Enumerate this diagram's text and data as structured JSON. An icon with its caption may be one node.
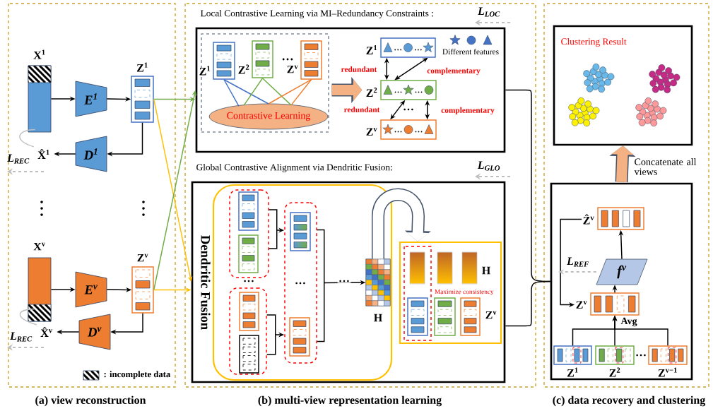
{
  "diagram": {
    "nodes": [
      {
        "text": [
          "X$^{1}$"
        ]
      },
      {
        "text": [
          "E$^{1}$"
        ]
      },
      {
        "text": [
          "Z$^{1}$"
        ]
      },
      {
        "text": [
          "D$^{1}$"
        ]
      },
      {
        "text": [
          "X̂$^{1}$"
        ],
        "beside": [
          "L$_{REC}$"
        ]
      },
      {
        "text": [
          "X$^{v}$"
        ]
      },
      {
        "text": [
          "E$^{v}$"
        ]
      },
      {
        "text": [
          "Z$^{v}$"
        ]
      },
      {
        "text": [
          "D$^{v}$"
        ]
      },
      {
        "text": [
          "X̂$^{v}$"
        ],
        "beside": [
          "L$_{REC}$"
        ]
      },
      {
        "text": [
          "Local Contrastive Learning via MI–Redundancy Constraints :"
        ],
        "beside": [
          "L$_{LOC}$"
        ]
      },
      {
        "text": [],
        "shape": "box",
        "in": 10
      },
      {
        "text": [
          "Z$^{1}$"
        ],
        "in": 11
      },
      {
        "text": [
          "Z$^{2}$"
        ],
        "in": 11
      },
      {
        "text": [
          "Z$^{v}$"
        ],
        "in": 11
      },
      {
        "text": [
          "Contrastive Learning"
        ],
        "in": 11
      },
      {
        "text": [
          "Z$^{1}$"
        ],
        "in": 10
      },
      {
        "text": [
          "Z$^{2}$"
        ],
        "in": 10
      },
      {
        "text": [
          "Z$^{v}$"
        ],
        "in": 10
      },
      {
        "text": [
          "Global Contrastive Alignment via Dendritic Fusion:"
        ],
        "beside": [
          "L$_{GLO}$"
        ]
      },
      {
        "text": [
          "Dendritic Fusion"
        ],
        "in": 19
      },
      {
        "text": [],
        "shape": "box",
        "in": 20
      },
      {
        "text": [],
        "shape": "box",
        "in": 20
      },
      {
        "text": [],
        "shape": "box",
        "in": 20
      },
      {
        "text": [
          "H"
        ],
        "in": 20
      },
      {
        "text": [
          "H",
          "Maximize consistency",
          "Z$^{v}$"
        ],
        "in": 19
      },
      {
        "text": [
          "Clustering Result"
        ]
      },
      {
        "text": [],
        "shape": "box"
      },
      {
        "text": [
          "Ẑ$^{v}$"
        ],
        "in": 27
      },
      {
        "text": [
          "f$^{v}$"
        ],
        "in": 27
      },
      {
        "text": [
          "Z$^{v}$"
        ],
        "in": 27
      },
      {
        "text": [
          "Z$^{1}$"
        ],
        "in": 27
      },
      {
        "text": [
          "Z$^{2}$"
        ],
        "in": 27
      },
      {
        "text": [
          "Z$^{v−1}$"
        ],
        "in": 27
      }
    ],
    "edges": [
      {
        "from": 0,
        "to": 1,
        "arrow": "to"
      },
      {
        "from": 1,
        "to": 2,
        "arrow": "to"
      },
      {
        "from": 2,
        "to": 3,
        "arrow": "to"
      },
      {
        "from": 3,
        "to": 4,
        "arrow": "to"
      },
      {
        "from": 5,
        "to": 6,
        "arrow": "to"
      },
      {
        "from": 6,
        "to": 7,
        "arrow": "to"
      },
      {
        "from": 7,
        "to": 8,
        "arrow": "to"
      },
      {
        "from": 8,
        "to": 9,
        "arrow": "to"
      },
      {
        "from": 2,
        "to": 10,
        "arrow": "to",
        "color": "#70ad47"
      },
      {
        "from": 2,
        "to": 19,
        "arrow": "to",
        "color": "#ffc000"
      },
      {
        "from": 7,
        "to": 10,
        "arrow": "to",
        "color": "#70ad47"
      },
      {
        "from": 7,
        "to": 19,
        "arrow": "to",
        "color": "#ffc000"
      },
      {
        "from": 12,
        "to": 15,
        "arrow": "none",
        "color": "#4472c4"
      },
      {
        "from": 12,
        "to": 15,
        "arrow": "none",
        "color": "#4472c4"
      },
      {
        "from": 13,
        "to": 15,
        "arrow": "none",
        "color": "#70ad47"
      },
      {
        "from": 13,
        "to": 15,
        "arrow": "none",
        "color": "#70ad47"
      },
      {
        "from": 14,
        "to": 15,
        "arrow": "none",
        "color": "#ed7d31"
      },
      {
        "from": 14,
        "to": 15,
        "arrow": "none",
        "color": "#ed7d31"
      },
      {
        "from": 11,
        "to": 17,
        "arrow": "to",
        "style": "thick",
        "color": "#f4b183"
      },
      {
        "from": 16,
        "to": 17,
        "arrow": "both",
        "label": "redundant"
      },
      {
        "from": 16,
        "to": 17,
        "arrow": "both",
        "label": "complementary"
      },
      {
        "from": 17,
        "to": 18,
        "arrow": "both",
        "label": "redundant"
      },
      {
        "from": 17,
        "to": 18,
        "arrow": "both",
        "label": "complementary"
      },
      {
        "from": 21,
        "to": 23,
        "arrow": "to"
      },
      {
        "from": 22,
        "to": 23,
        "arrow": "to"
      },
      {
        "from": 23,
        "to": 24,
        "arrow": "to",
        "label": "…"
      },
      {
        "from": 24,
        "to": 25,
        "arrow": "to",
        "style": "thick",
        "color": "#ffffff"
      },
      {
        "from": 10,
        "to": 27,
        "arrow": "none"
      },
      {
        "from": 19,
        "to": 27,
        "arrow": "none"
      },
      {
        "from": 27,
        "to": 26,
        "arrow": "to",
        "label": "Concatenate all views",
        "style": "thick",
        "color": "#f4b183"
      },
      {
        "from": 30,
        "to": 29,
        "arrow": "to"
      },
      {
        "from": 29,
        "to": 28,
        "arrow": "to"
      },
      {
        "from": 28,
        "to": 30,
        "arrow": "to"
      },
      {
        "from": 31,
        "to": 30,
        "arrow": "to"
      },
      {
        "from": 32,
        "to": 30,
        "arrow": "to",
        "label": "Avg"
      },
      {
        "from": 33,
        "to": 30,
        "arrow": "to"
      },
      {
        "from": 29,
        "to": null,
        "arrow": "to",
        "style": "dashed",
        "color": "#bfbfbf",
        "label": "L$_{REF}$"
      },
      {
        "from": 0,
        "to": 4,
        "arrow": "none",
        "color": "#bfbfbf"
      },
      {
        "from": 5,
        "to": 9,
        "arrow": "none",
        "color": "#bfbfbf"
      }
    ],
    "labels": [
      "…",
      "…",
      "…",
      "…",
      "…",
      "(a) view reconstruction",
      "(b) multi-view representation learning",
      "(c) data recovery and clustering"
    ],
    "legend": [
      {
        "text": ": incomplete data"
      },
      {
        "text": "Different features"
      }
    ]
  }
}
